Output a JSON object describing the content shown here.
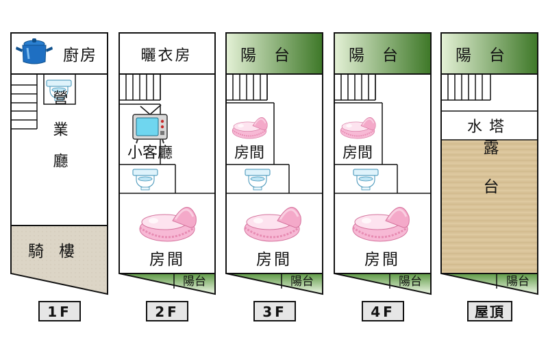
{
  "colors": {
    "wall": "#1a1a1a",
    "balcony_green_top": "#3f7a2a",
    "balcony_green_bottom": "#d8ecc4",
    "arcade_fill": "#d9d2c3",
    "terrace_fill": "#d9c399",
    "floor_label_bg": "#e6e6e6"
  },
  "icons": [
    "cooking-pot-icon",
    "toilet-icon",
    "television-icon",
    "baby-cradle-icon"
  ],
  "floors": [
    {
      "label": "1F",
      "rooms": {
        "kitchen": "廚房",
        "business_hall": "營業廳",
        "arcade": "騎樓"
      }
    },
    {
      "label": "2F",
      "rooms": {
        "laundry": "曬衣房",
        "living_room": "小客廳",
        "bedroom": "房間",
        "balcony": "陽台"
      }
    },
    {
      "label": "3F",
      "rooms": {
        "front_balcony": "陽台",
        "small_bedroom": "房間",
        "bedroom": "房間",
        "balcony": "陽台"
      }
    },
    {
      "label": "4F",
      "rooms": {
        "front_balcony": "陽台",
        "small_bedroom": "房間",
        "bedroom": "房間",
        "balcony": "陽台"
      }
    },
    {
      "label": "屋頂",
      "rooms": {
        "front_balcony": "陽台",
        "water_tower": "水塔",
        "terrace": "露台",
        "balcony": "陽台"
      }
    }
  ]
}
